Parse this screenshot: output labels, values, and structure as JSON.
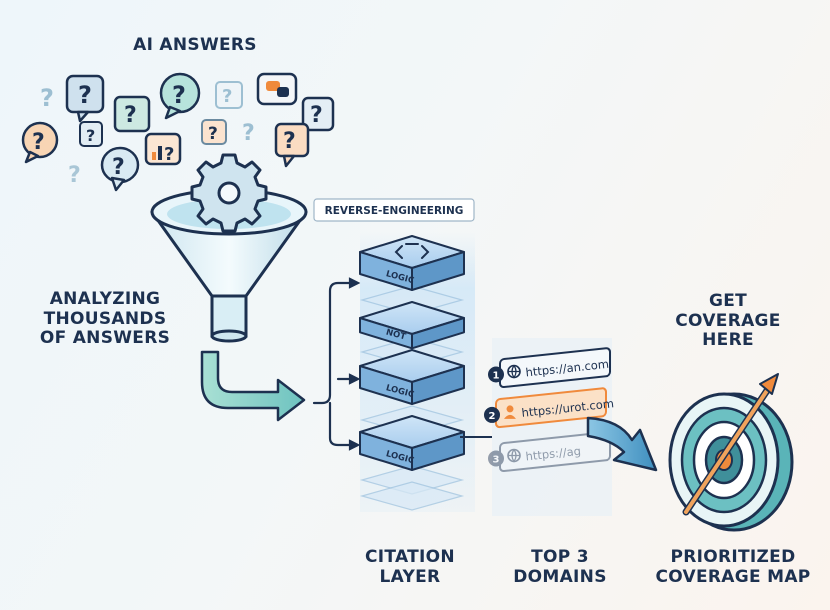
{
  "title": "AI ANSWERS",
  "left_caption": "ANALYZING\nTHOUSANDS\nOF ANSWERS",
  "tag": "REVERSE-ENGINEERING",
  "stack_layers": [
    "LOGIC",
    "NOT",
    "LOGIC",
    "LOGIC"
  ],
  "domains": [
    {
      "rank": "1",
      "url": "https://an.com",
      "icon": "globe-icon"
    },
    {
      "rank": "2",
      "url": "https://urot.com",
      "icon": "person-icon"
    },
    {
      "rank": "3",
      "url": "https://ag",
      "icon": "globe-icon"
    }
  ],
  "target_caption": "GET\nCOVERAGE\nHERE",
  "bottom_labels": {
    "citation": "CITATION\nLAYER",
    "domains": "TOP 3\nDOMAINS",
    "coverage": "PRIORITIZED\nCOVERAGE MAP"
  },
  "colors": {
    "navy": "#1d3150",
    "teal": "#8fd3cc",
    "orange": "#f08a3c",
    "blue_layer": "#6fa8d8"
  },
  "icons": [
    "question-bubble-icon",
    "chart-bubble-icon",
    "chat-bubble-icon",
    "gear-icon",
    "funnel-icon",
    "target-icon",
    "arrow-icon"
  ]
}
